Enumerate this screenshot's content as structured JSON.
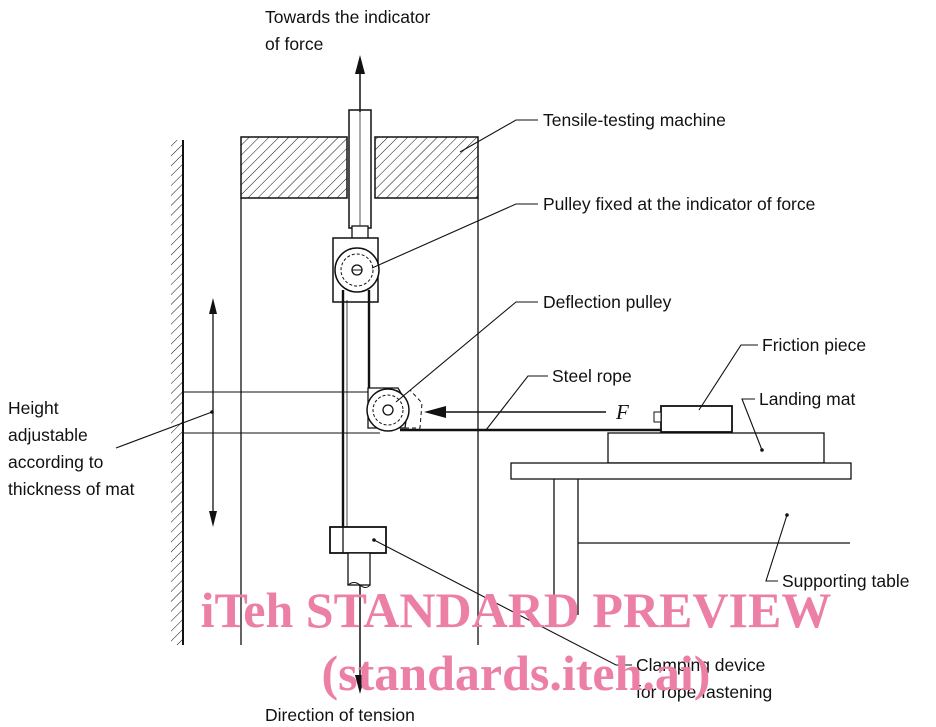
{
  "labels": {
    "towards_line1": "Towards the indicator",
    "towards_line2": "of force",
    "tensile_machine": "Tensile-testing machine",
    "pulley_fixed": "Pulley fixed at the indicator of force",
    "deflection_pulley": "Deflection pulley",
    "friction_piece": "Friction piece",
    "steel_rope": "Steel rope",
    "landing_mat": "Landing mat",
    "force_symbol": "F",
    "height_line1": "Height",
    "height_line2": "adjustable",
    "height_line3": "according to",
    "height_line4": "thickness of mat",
    "supporting_table": "Supporting table",
    "clamping_line1": "Clamping device",
    "clamping_line2": "for rope fastening",
    "direction_tension": "Direction of tension"
  },
  "watermark": {
    "line1": "iTeh STANDARD PREVIEW",
    "line2": "(standards.iteh.ai)",
    "color": "#ec7fa6"
  },
  "colors": {
    "ink": "#111111",
    "background": "#ffffff"
  }
}
